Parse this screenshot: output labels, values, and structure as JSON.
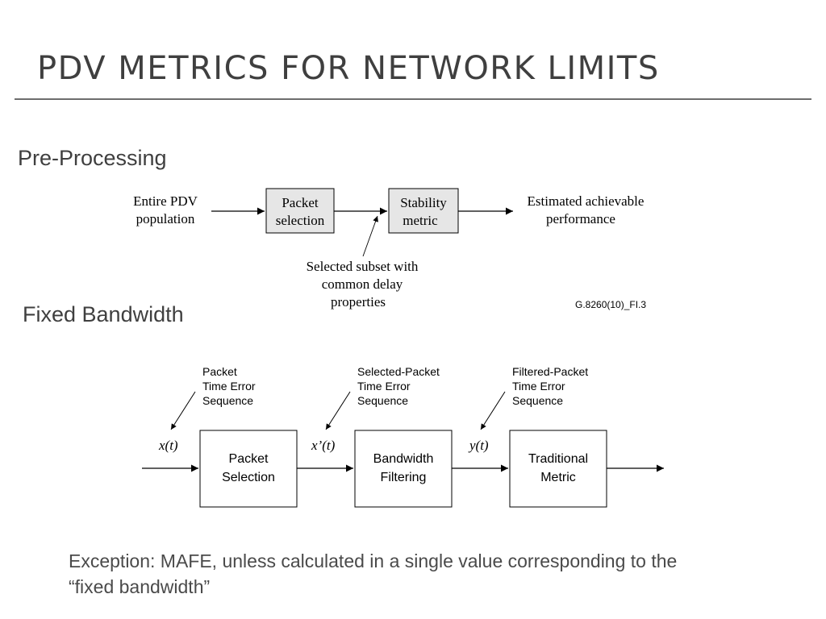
{
  "title": "PDV METRICS FOR NETWORK LIMITS",
  "sections": {
    "pre_processing": "Pre-Processing",
    "fixed_bandwidth": "Fixed Bandwidth"
  },
  "diagram1": {
    "input_line1": "Entire PDV",
    "input_line2": "population",
    "box1_line1": "Packet",
    "box1_line2": "selection",
    "box2_line1": "Stability",
    "box2_line2": "metric",
    "output_line1": "Estimated achievable",
    "output_line2": "performance",
    "subset_line1": "Selected subset with",
    "subset_line2": "common delay",
    "subset_line3": "properties",
    "figure_ref": "G.8260(10)_FI.3"
  },
  "diagram2": {
    "signal1": "x(t)",
    "signal2": "x’(t)",
    "signal3": "y(t)",
    "box1_line1": "Packet",
    "box1_line2": "Selection",
    "box2_line1": "Bandwidth",
    "box2_line2": "Filtering",
    "box3_line1": "Traditional",
    "box3_line2": "Metric",
    "note1_line1": "Packet",
    "note1_line2": "Time Error",
    "note1_line3": "Sequence",
    "note2_line1": "Selected-Packet",
    "note2_line2": "Time Error",
    "note2_line3": "Sequence",
    "note3_line1": "Filtered-Packet",
    "note3_line2": "Time Error",
    "note3_line3": "Sequence"
  },
  "footnote": "Exception: MAFE, unless calculated in a single value corresponding to the “fixed bandwidth”",
  "colors": {
    "title": "#3f3f3f",
    "rule": "#6d6d6d",
    "shaded_box": "#e6e6e6"
  }
}
